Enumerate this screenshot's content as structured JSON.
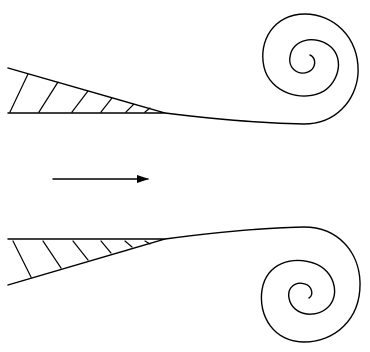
{
  "diagram": {
    "colors": {
      "ink": "#000000",
      "background": "#ffffff"
    },
    "panels": [
      {
        "id": "top",
        "wedge": "hatched-wedge",
        "spiral": "spiral-curl"
      },
      {
        "id": "bottom",
        "wedge": "hatched-wedge",
        "spiral": "spiral-curl"
      }
    ],
    "arrow": {
      "direction": "right",
      "icon": "arrow-right-icon"
    }
  }
}
